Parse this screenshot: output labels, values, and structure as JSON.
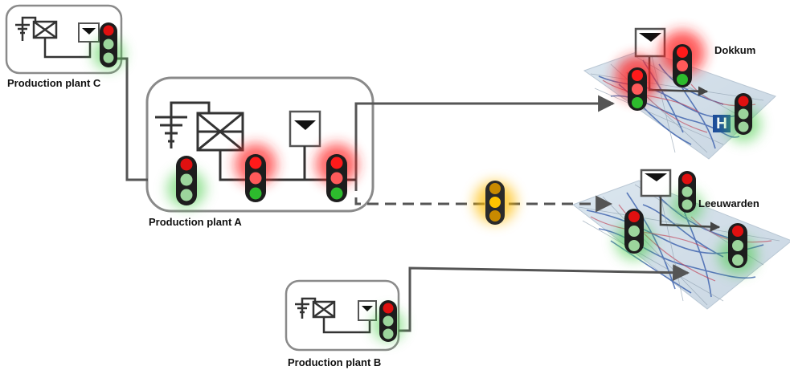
{
  "plants": [
    {
      "id": "C",
      "label": "Production plant C",
      "signal": "green"
    },
    {
      "id": "A",
      "label": "Production plant A",
      "signals": [
        "green",
        "red",
        "red"
      ]
    },
    {
      "id": "B",
      "label": "Production plant B",
      "signal": "green"
    }
  ],
  "links": [
    {
      "from": "C",
      "to": "A",
      "style": "solid"
    },
    {
      "from": "A",
      "to": "Dokkum",
      "style": "solid"
    },
    {
      "from": "A",
      "to": "Leeuwarden",
      "style": "dashed",
      "signal": "amber"
    },
    {
      "from": "B",
      "to": "Leeuwarden",
      "style": "solid"
    }
  ],
  "cities": [
    {
      "id": "Dokkum",
      "label": "Dokkum",
      "signals": [
        "red",
        "red",
        "green"
      ],
      "hospital_icon": "H"
    },
    {
      "id": "Leeuwarden",
      "label": "Leeuwarden",
      "signals": [
        "green",
        "green",
        "green"
      ]
    }
  ],
  "colors": {
    "red": "#e01010",
    "green": "#2dbb2d",
    "amber": "#f2b000",
    "line": "#555555",
    "box_border": "#888888"
  }
}
